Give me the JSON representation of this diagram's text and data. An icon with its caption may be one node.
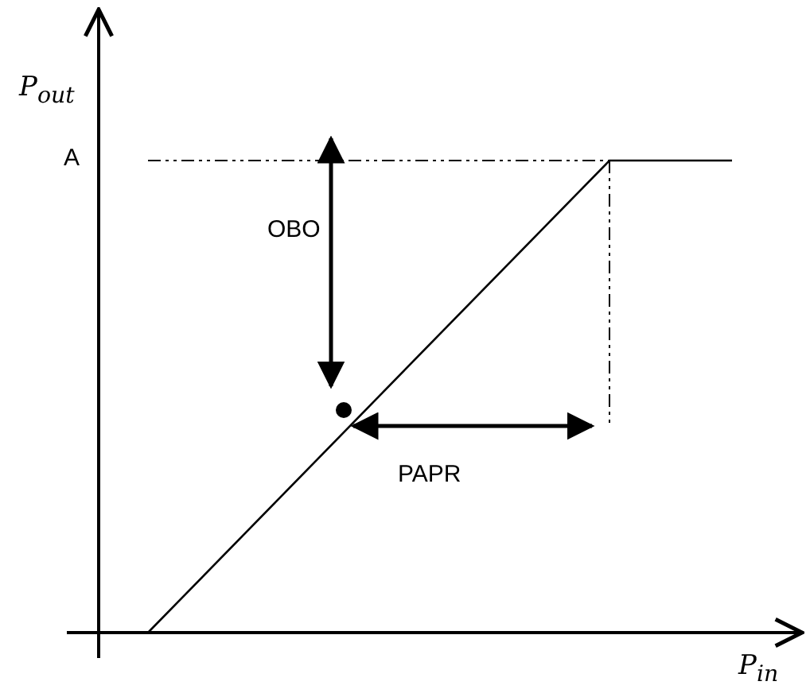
{
  "diagram": {
    "labels": [
      "P$_{out}$",
      "A",
      "OBO",
      "PAPR",
      "P$_{in}$"
    ]
  }
}
